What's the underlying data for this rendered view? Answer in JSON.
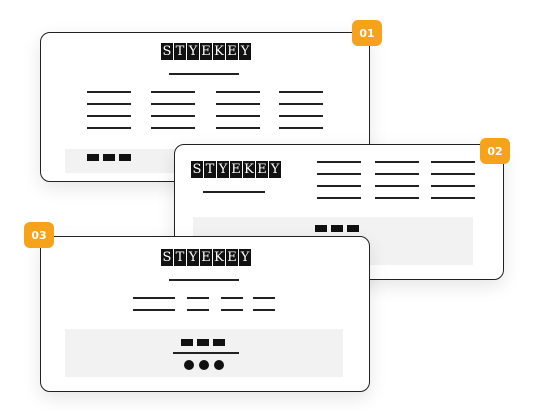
{
  "cards": [
    {
      "badge": "01",
      "logo": "STYEKEY"
    },
    {
      "badge": "02",
      "logo": "STYEKEY"
    },
    {
      "badge": "03",
      "logo": "STYEKEY"
    }
  ],
  "colors": {
    "badge": "#f7a21b",
    "border": "#222222",
    "panel": "#f2f2f2"
  }
}
